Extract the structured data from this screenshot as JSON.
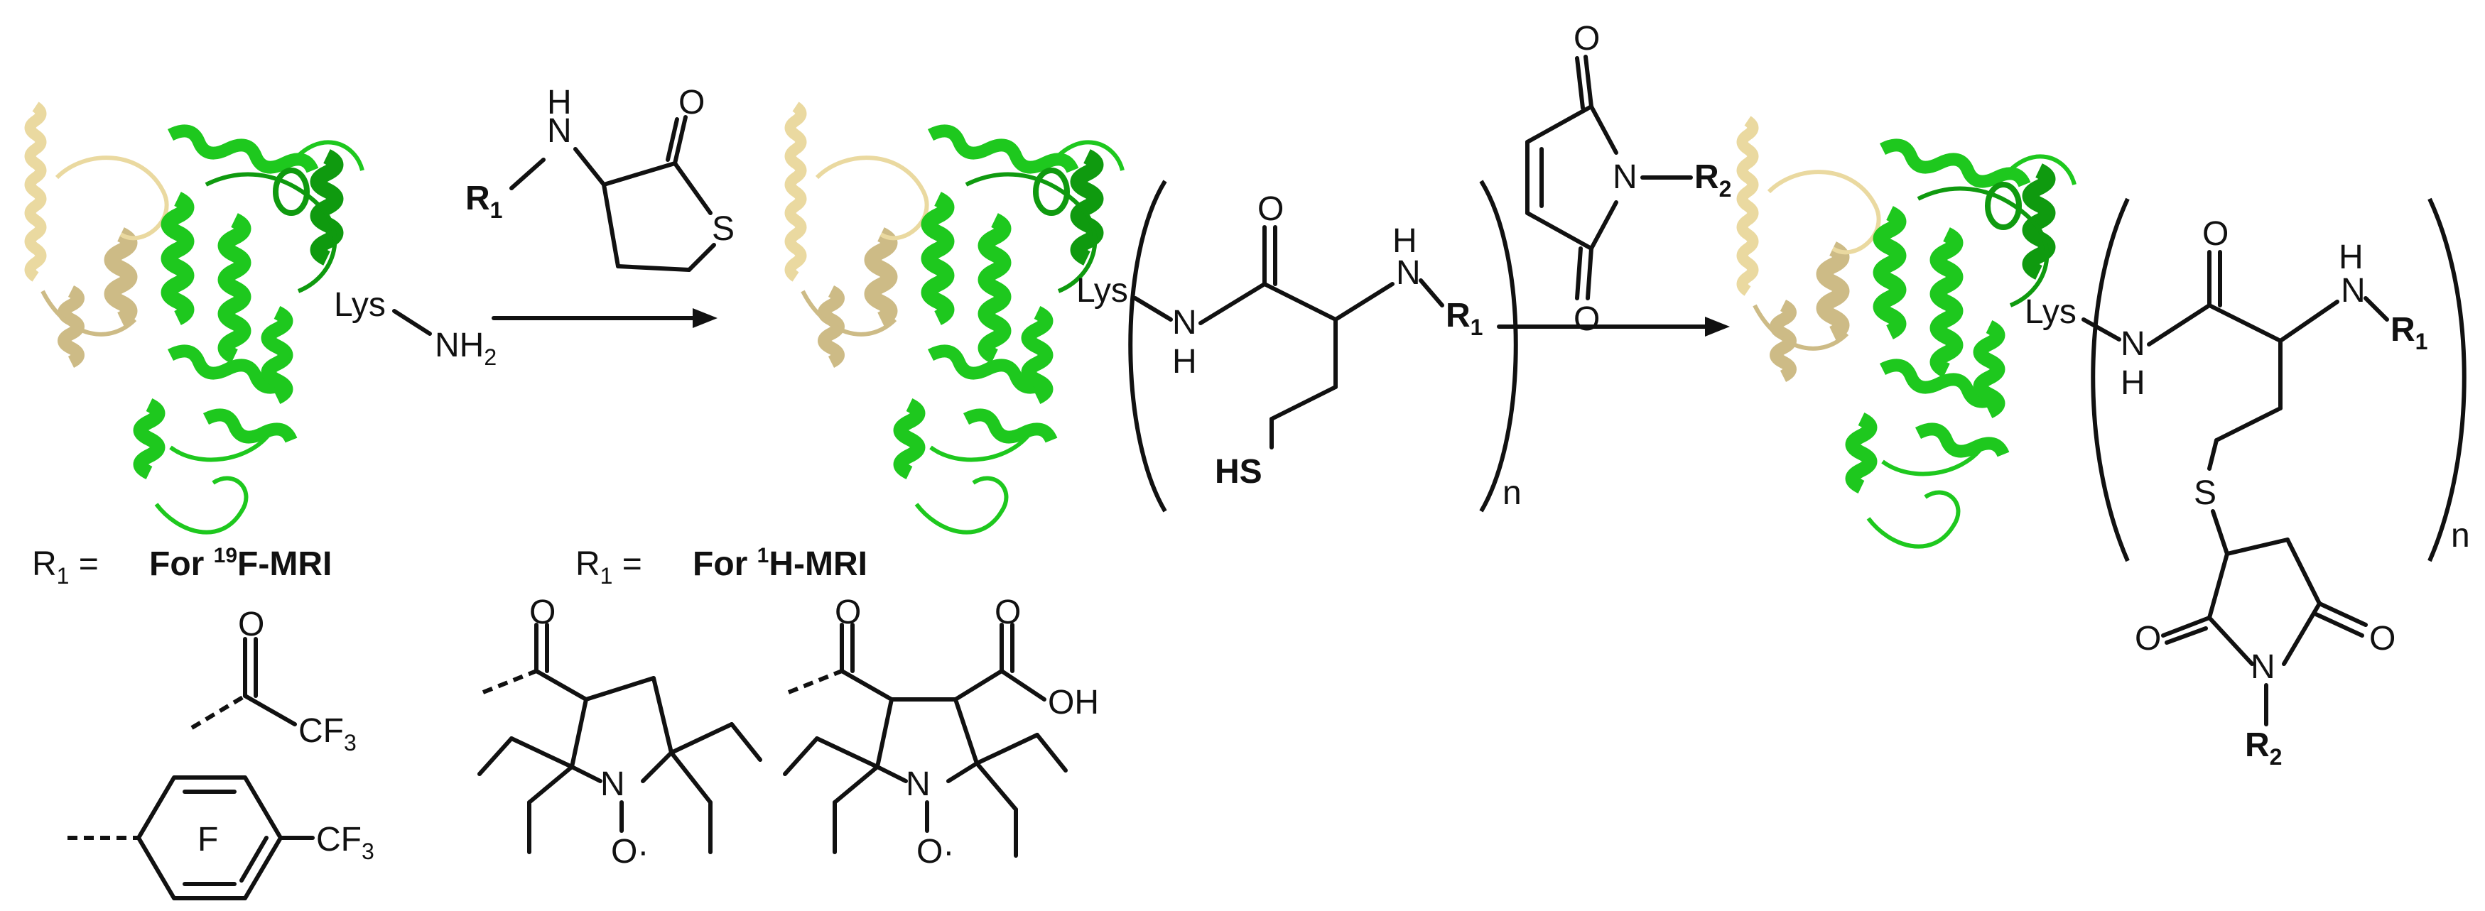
{
  "colors": {
    "protein_green": "#1ec81e",
    "protein_dark_green": "#0f9a0f",
    "protein_tan": "#cdbb86",
    "protein_light_tan": "#ead9a0",
    "ink": "#111111"
  },
  "labels": {
    "lys": "Lys",
    "nh": "NH",
    "nh_2": "2",
    "h": "H",
    "n": "N",
    "o": "O",
    "s": "S",
    "hs": "HS",
    "r": "R",
    "r1_sub": "1",
    "r2_sub": "2",
    "n_repeat": "n",
    "cf": "CF",
    "cf3_sub": "3",
    "oh": "OH",
    "f": "F",
    "o_radical": "O·"
  },
  "legend": {
    "r1_equals": "R",
    "r1_sub": "1",
    "equals": " = ",
    "for_prefix": "For ",
    "f_isotope": "19",
    "f_mri": "F-MRI",
    "h_isotope": "1",
    "h_mri": "H-MRI"
  }
}
